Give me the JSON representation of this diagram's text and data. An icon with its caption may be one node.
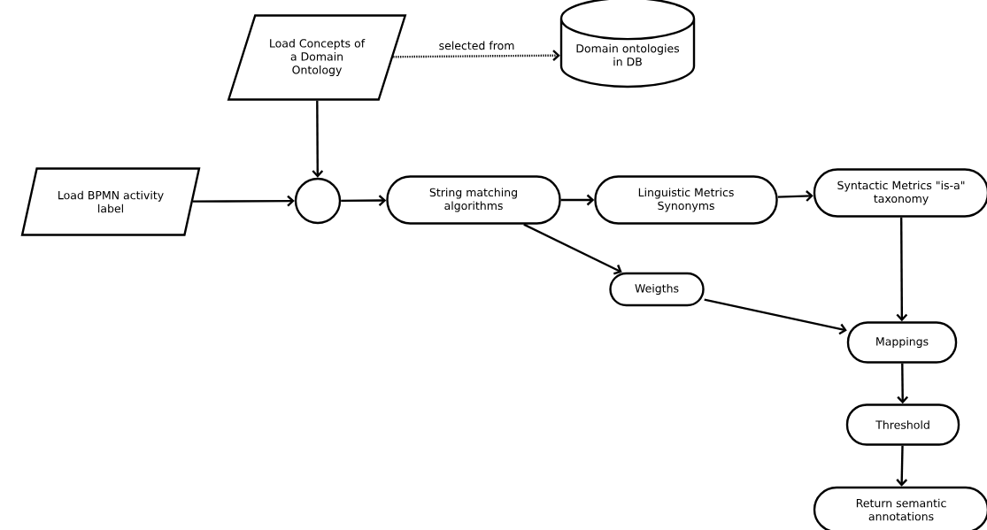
{
  "diagram": {
    "nodes": [
      {
        "text": [
          "Load Concepts of a Domain Ontology"
        ]
      },
      {
        "text": [
          "Domain ontologies in DB"
        ]
      },
      {
        "text": [
          "Load BPMN activity label"
        ]
      },
      {
        "text": [],
        "shape": "circle"
      },
      {
        "text": [
          "String matching algorithms"
        ]
      },
      {
        "text": [
          "Linguistic Metrics Synonyms"
        ]
      },
      {
        "text": [
          "Syntactic Metrics \"is-a\" taxonomy"
        ]
      },
      {
        "text": [
          "Weigths"
        ]
      },
      {
        "text": [
          "Mappings"
        ]
      },
      {
        "text": [
          "Threshold"
        ]
      },
      {
        "text": [
          "Return semantic annotations"
        ]
      }
    ],
    "edges": [
      {
        "from": 0,
        "to": 1,
        "arrow": "to",
        "label": "selected from",
        "style": "dashed"
      },
      {
        "from": 0,
        "to": 3,
        "arrow": "to"
      },
      {
        "from": 2,
        "to": 3,
        "arrow": "to"
      },
      {
        "from": 3,
        "to": 4,
        "arrow": "to"
      },
      {
        "from": 4,
        "to": 5,
        "arrow": "to"
      },
      {
        "from": 5,
        "to": 6,
        "arrow": "to"
      },
      {
        "from": 4,
        "to": 7,
        "arrow": "to"
      },
      {
        "from": 7,
        "to": 8,
        "arrow": "to"
      },
      {
        "from": 6,
        "to": 8,
        "arrow": "to"
      },
      {
        "from": 8,
        "to": 9,
        "arrow": "to"
      },
      {
        "from": 9,
        "to": 10,
        "arrow": "to"
      }
    ]
  }
}
